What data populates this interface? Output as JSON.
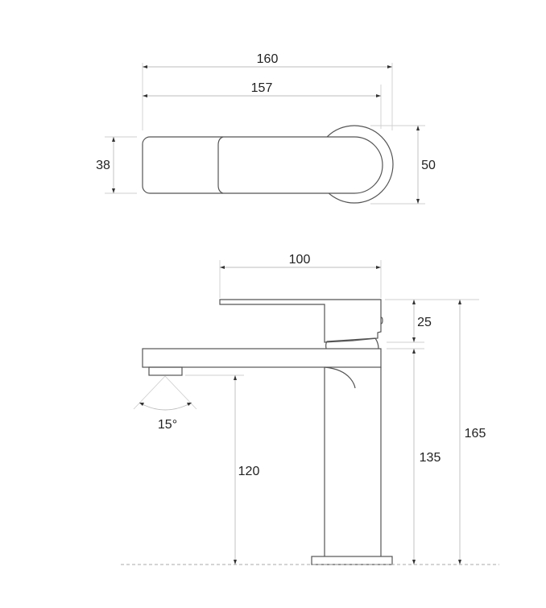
{
  "drawing": {
    "subject": "Basin mixer faucet technical drawing",
    "units": "mm",
    "top_view": {
      "dimensions": {
        "overall_length": "160",
        "handle_length": "157",
        "handle_width": "38",
        "base_diameter": "50"
      }
    },
    "side_view": {
      "dimensions": {
        "handle_length": "100",
        "handle_height": "25",
        "spout_angle": "15°",
        "spout_clearance": "120",
        "body_height": "135",
        "overall_height": "165"
      }
    },
    "colors": {
      "outline": "#555555",
      "dimension_line": "#bdbdbd",
      "text": "#222222",
      "background": "#ffffff"
    }
  }
}
